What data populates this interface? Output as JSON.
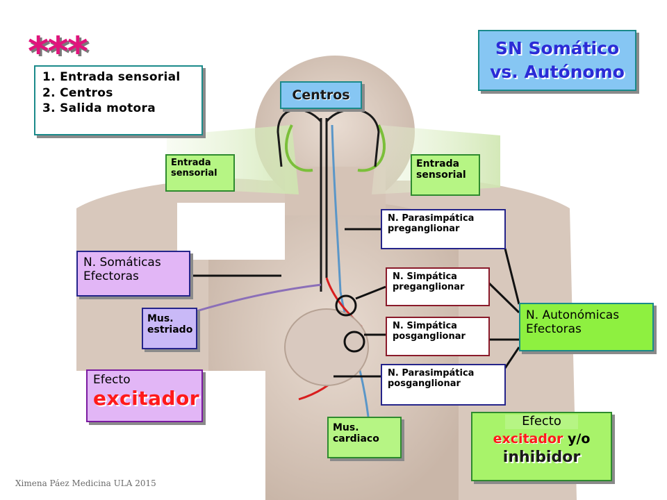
{
  "stars": "***",
  "steps": [
    "1. Entrada sensorial",
    "2. Centros",
    "3. Salida motora"
  ],
  "title": {
    "line1": "SN Somático",
    "line2": "vs. Autónomo"
  },
  "centros": "Centros",
  "sensory_left": {
    "line1": "Entrada",
    "line2": "sensorial"
  },
  "sensory_right": {
    "line1": "Entrada",
    "line2": "sensorial"
  },
  "nerves": {
    "parasympathetic_pre": {
      "line1": "N. Parasimpática",
      "line2": "preganglionar"
    },
    "sympathetic_pre": {
      "line1": "N. Simpática",
      "line2": "preganglionar"
    },
    "sympathetic_post": {
      "line1": "N. Simpática",
      "line2": "posganglionar"
    },
    "parasympathetic_post": {
      "line1": "N. Parasimpática",
      "line2": "posganglionar"
    }
  },
  "somatic_effectors": {
    "line1": "N. Somáticas",
    "line2": "Efectoras"
  },
  "skeletal_muscle": {
    "line1": "Mus.",
    "line2": "estriado"
  },
  "excitatory_effect": {
    "line1": "Efecto",
    "line2": "excitador"
  },
  "autonomic_effectors": {
    "line1": "N. Autonómicas",
    "line2": "Efectoras"
  },
  "cardiac_muscle": {
    "line1": "Mus.",
    "line2": "cardiaco"
  },
  "autonomic_effect": {
    "line1": "Efecto",
    "excitador": "excitador",
    "yo": " y/o",
    "inhibidor": "inhibidor"
  },
  "credit": "Ximena Páez Medicina ULA 2015",
  "colors": {
    "accent_teal": "#1a8a8a",
    "title_blue": "#2b2bd6",
    "box_blue": "#86c6f3",
    "green": "#b6f584",
    "purple": "#e2b6f6",
    "red_text": "#ff1a1a",
    "stars_pink": "#e0147c"
  }
}
